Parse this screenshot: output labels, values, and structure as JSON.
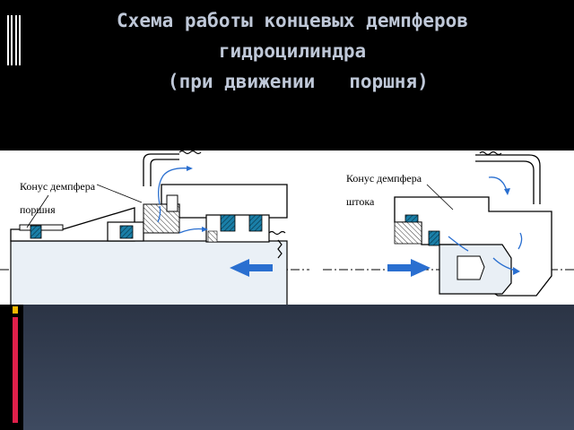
{
  "title": {
    "line1": "Схема работы концевых демпферов",
    "line2": "гидроцилиндра",
    "line3": " (при движении   поршня)"
  },
  "left_diagram": {
    "label_line1": "Конус демпфера",
    "label_line2": "поршня",
    "arrow_direction": "left"
  },
  "right_diagram": {
    "label_line1": "Конус демпфера",
    "label_line2": "штока",
    "arrow_direction": "right"
  },
  "colors": {
    "background": "#000000",
    "title_text": "#bfc8d8",
    "lower_band": "#323c50",
    "arrow_blue": "#2a6fd0",
    "seal_hatch": "#1a7fa8",
    "accent_yellow": "#f4b800",
    "accent_red": "#e0204a"
  }
}
